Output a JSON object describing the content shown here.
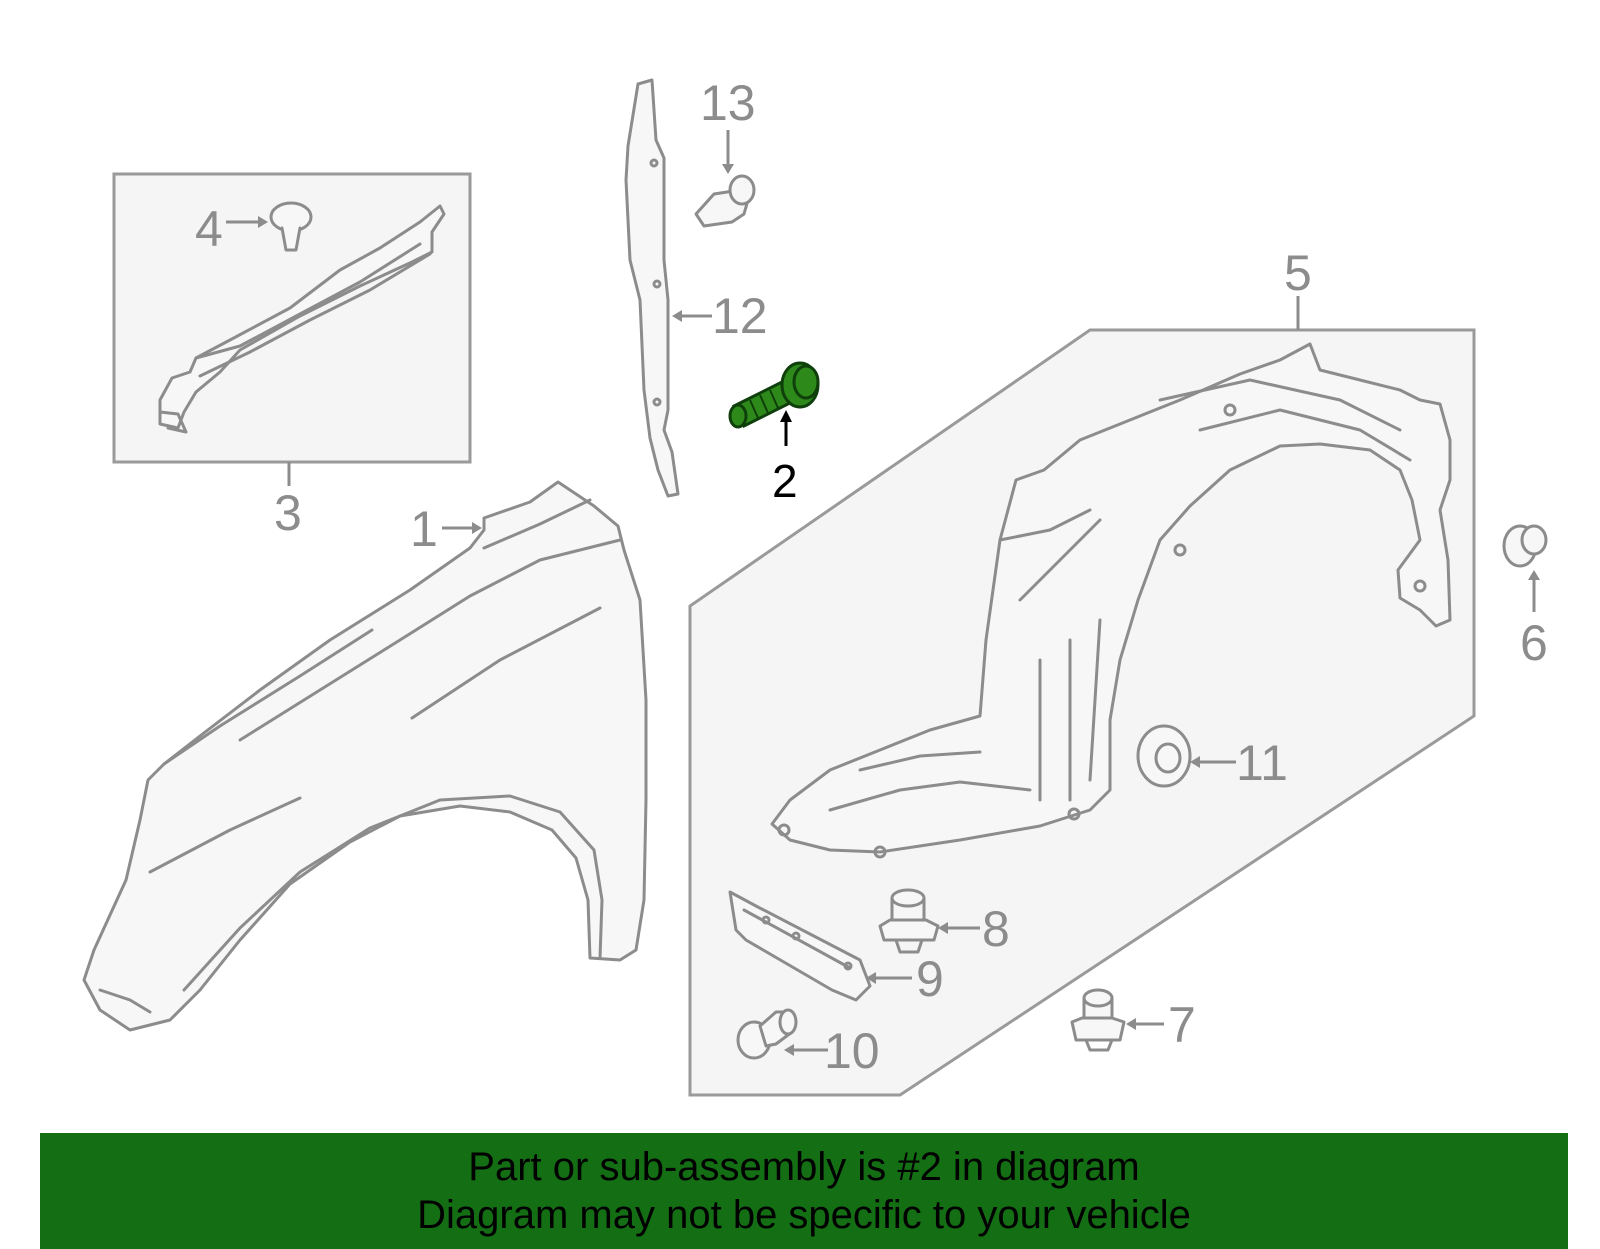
{
  "callouts": {
    "c1": "1",
    "c2": "2",
    "c3": "3",
    "c4": "4",
    "c5": "5",
    "c6": "6",
    "c7": "7",
    "c8": "8",
    "c9": "9",
    "c10": "10",
    "c11": "11",
    "c12": "12",
    "c13": "13"
  },
  "highlighted_part": "2",
  "colors": {
    "part_stroke": "#8c8c8c",
    "highlight_part": "#2d8a1a",
    "banner_bg": "#146e14"
  },
  "banner": {
    "line1": "Part or sub-assembly is #2 in diagram",
    "line2": "Diagram may not be specific to your vehicle"
  }
}
